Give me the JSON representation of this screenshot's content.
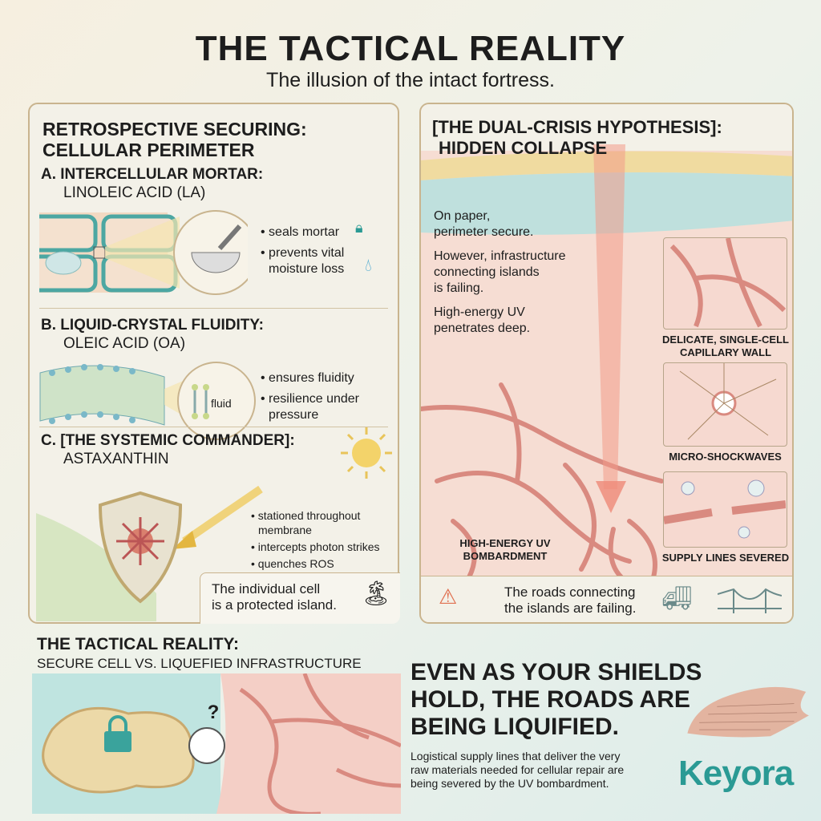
{
  "header": {
    "title": "THE TACTICAL REALITY",
    "subtitle": "The illusion of the intact fortress."
  },
  "left_panel": {
    "title_line1": "RETROSPECTIVE SECURING:",
    "title_line2": "CELLULAR PERIMETER",
    "section_a": {
      "title_line1": "A. INTERCELLULAR MORTAR:",
      "title_line2": "LINOLEIC ACID (LA)",
      "bullets": [
        "seals mortar",
        "prevents vital",
        "moisture loss"
      ]
    },
    "section_b": {
      "title_line1": "B. LIQUID-CRYSTAL FLUIDITY:",
      "title_line2": "OLEIC ACID (OA)",
      "fluid_label": "fluid",
      "bullets": [
        "ensures fluidity",
        "resilience under",
        "pressure"
      ]
    },
    "section_c": {
      "title_line1": "C. [THE SYSTEMIC COMMANDER]:",
      "title_line2": "ASTAXANTHIN",
      "bullets": [
        "stationed throughout",
        "membrane",
        "intercepts photon strikes",
        "quenches ROS"
      ]
    },
    "footer_line1": "The individual cell",
    "footer_line2": "is a protected island."
  },
  "right_panel": {
    "title_line1": "[THE DUAL-CRISIS HYPOTHESIS]:",
    "title_line2": "HIDDEN COLLAPSE",
    "text": [
      "On paper,",
      "perimeter secure.",
      "However, infrastructure",
      "connecting islands",
      "is failing.",
      "High-energy UV",
      "penetrates deep."
    ],
    "uv_label_line1": "HIGH-ENERGY UV",
    "uv_label_line2": "BOMBARDMENT",
    "insets": [
      {
        "line1": "DELICATE, SINGLE-CELL",
        "line2": "CAPILLARY WALL"
      },
      {
        "line1": "MICRO-SHOCKWAVES",
        "line2": ""
      },
      {
        "line1": "SUPPLY LINES SEVERED",
        "line2": ""
      }
    ],
    "footer_line1": "The roads connecting",
    "footer_line2": "the islands are failing."
  },
  "bottom": {
    "title": "THE TACTICAL REALITY:",
    "subtitle": "SECURE CELL VS. LIQUEFIED INFRASTRUCTURE",
    "question": "?",
    "headline": [
      "EVEN AS YOUR SHIELDS",
      "HOLD, THE ROADS ARE",
      "BEING LIQUIFIED."
    ],
    "body": [
      "Logistical supply lines that deliver the very",
      "raw materials needed for cellular repair are",
      "being severed by the UV bombardment."
    ],
    "logo": "Keyora"
  },
  "colors": {
    "accent": "#2a9a94",
    "vessel": "#d98a80",
    "panel_border": "#c9b48e"
  }
}
